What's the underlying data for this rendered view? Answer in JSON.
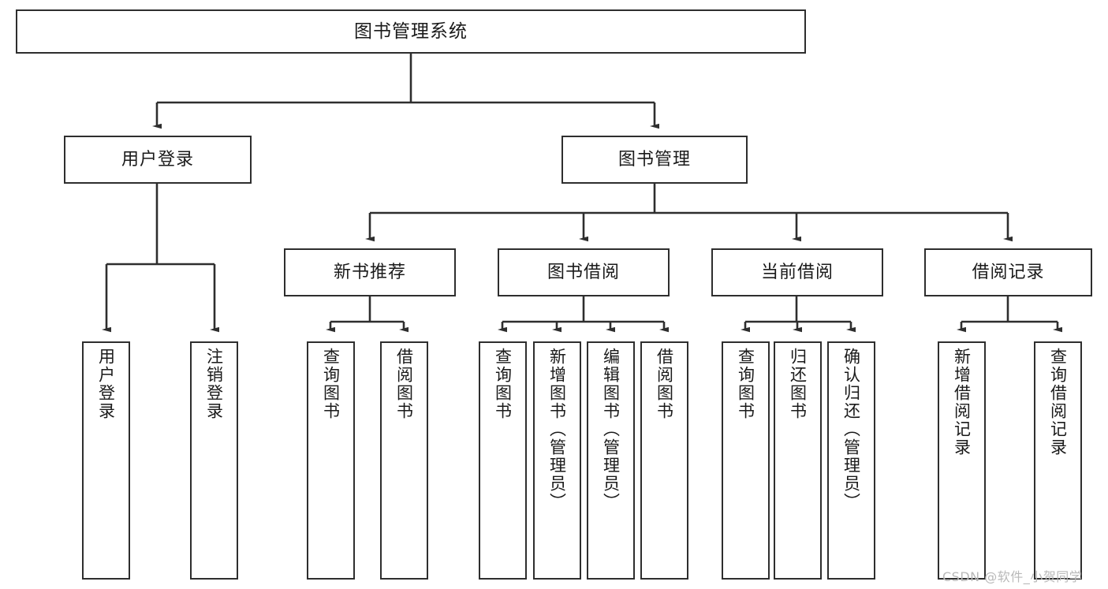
{
  "diagram": {
    "title": "图书管理系统",
    "type": "tree-hierarchy-chart",
    "root": {
      "label": "图书管理系统"
    },
    "level2": [
      {
        "label": "用户登录"
      },
      {
        "label": "图书管理"
      }
    ],
    "level3": [
      {
        "label": "新书推荐"
      },
      {
        "label": "图书借阅"
      },
      {
        "label": "当前借阅"
      },
      {
        "label": "借阅记录"
      }
    ],
    "leaves": {
      "user_login": [
        {
          "label": "用户登录"
        },
        {
          "label": "注销登录"
        }
      ],
      "new_book_recommend": [
        {
          "label": "查询图书"
        },
        {
          "label": "借阅图书"
        }
      ],
      "book_borrow": [
        {
          "label": "查询图书"
        },
        {
          "label": "新增图书（管理员）"
        },
        {
          "label": "编辑图书（管理员）"
        },
        {
          "label": "借阅图书"
        }
      ],
      "current_borrow": [
        {
          "label": "查询图书"
        },
        {
          "label": "归还图书"
        },
        {
          "label": "确认归还（管理员）"
        }
      ],
      "borrow_record": [
        {
          "label": "新增借阅记录"
        },
        {
          "label": "查询借阅记录"
        }
      ]
    }
  },
  "watermark": {
    "text": "CSDN @软件_小贺同学"
  },
  "colors": {
    "stroke": "#2e2e2e",
    "fill": "#ffffff",
    "text": "#1a1a1a",
    "watermark": "#b9b9b9"
  }
}
